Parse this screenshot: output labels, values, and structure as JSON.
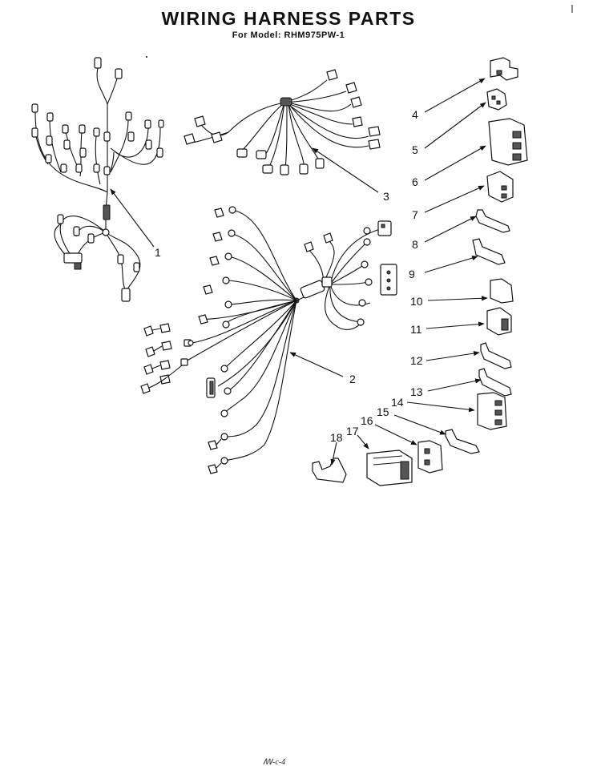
{
  "title": "WIRING HARNESS PARTS",
  "subtitle": "For Model: RHM975PW-1",
  "footer_note": "ꟿ-c-4",
  "callouts": [
    {
      "id": "1",
      "label": "1"
    },
    {
      "id": "2",
      "label": "2"
    },
    {
      "id": "3",
      "label": "3"
    },
    {
      "id": "4",
      "label": "4"
    },
    {
      "id": "5",
      "label": "5"
    },
    {
      "id": "6",
      "label": "6"
    },
    {
      "id": "7",
      "label": "7"
    },
    {
      "id": "8",
      "label": "8"
    },
    {
      "id": "9",
      "label": "9"
    },
    {
      "id": "10",
      "label": "10"
    },
    {
      "id": "11",
      "label": "11"
    },
    {
      "id": "12",
      "label": "12"
    },
    {
      "id": "13",
      "label": "13"
    },
    {
      "id": "14",
      "label": "14"
    },
    {
      "id": "15",
      "label": "15"
    },
    {
      "id": "16",
      "label": "16"
    },
    {
      "id": "17",
      "label": "17"
    },
    {
      "id": "18",
      "label": "18"
    }
  ],
  "colors": {
    "ink": "#111111",
    "paper": "#ffffff"
  }
}
